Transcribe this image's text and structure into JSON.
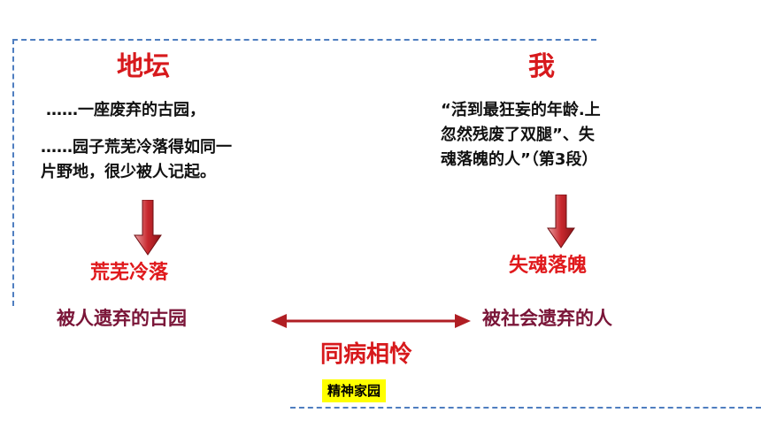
{
  "left": {
    "title": "地坛",
    "line1": "……一座废弃的古园，",
    "line2a": "……园子荒芜冷落得如同一",
    "line2b": "片野地，很少被人记起。",
    "keyword": "荒芜冷落",
    "result": "被人遗弃的古园"
  },
  "right": {
    "title": "我",
    "line1": "“活到最狂妄的年龄.上",
    "line2": "忽然残废了双腿”、失",
    "line3": "魂落魄的人”（第3段）",
    "keyword": "失魂落魄",
    "result": "被社会遗弃的人"
  },
  "center": {
    "conclusion": "同病相怜",
    "badge": "精神家园"
  },
  "colors": {
    "title_red": "#d7191c",
    "keyword_red": "#e0191c",
    "result_dark": "#7a1538",
    "arrow_dark": "#b01e23",
    "badge_yellow": "#ffff00",
    "dash_blue": "#4f7ec0"
  }
}
